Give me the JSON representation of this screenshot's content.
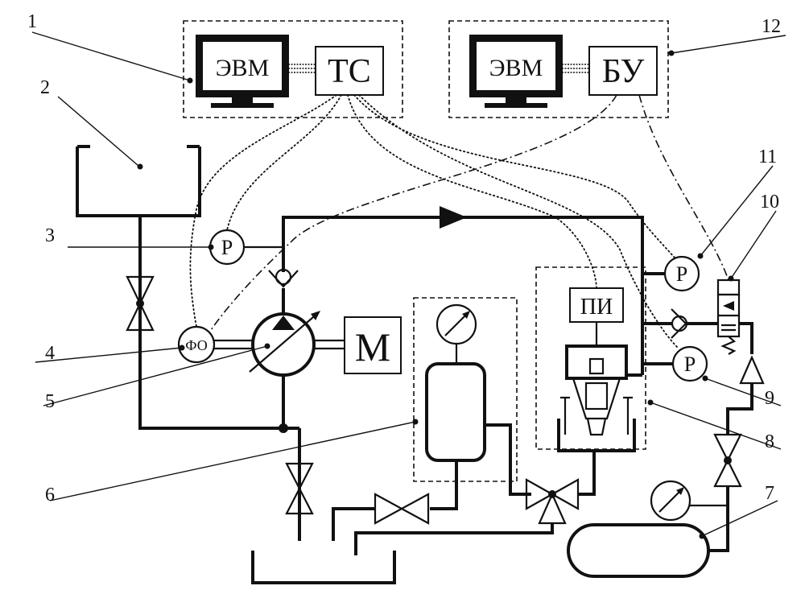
{
  "blocks": {
    "evm_left": "ЭВМ",
    "ts": "ТС",
    "evm_right": "ЭВМ",
    "bu": "БУ",
    "motor": "М",
    "pi": "ПИ",
    "fo": "ФО",
    "p_top": "Р",
    "p_right_top": "Р",
    "p_right_bottom": "Р"
  },
  "callouts": [
    "1",
    "2",
    "3",
    "4",
    "5",
    "6",
    "7",
    "8",
    "9",
    "10",
    "11",
    "12"
  ]
}
